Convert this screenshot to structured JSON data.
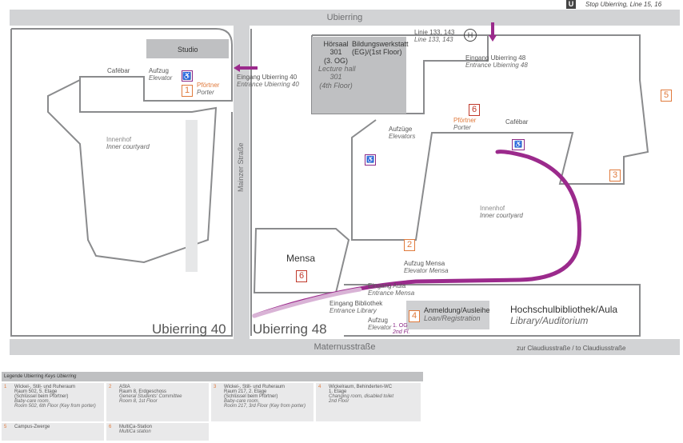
{
  "transit": {
    "badge": "U",
    "stop_label": "Stop Ubierring, Line 15, 16",
    "bus_lines_de": "Linie 133, 143",
    "bus_lines_en": "Line 133, 143",
    "bus_badge": "H"
  },
  "streets": {
    "top": "Ubierring",
    "bottom": "Maternusstraße",
    "side": "Mainzer Straße",
    "bottom_right": "zur Claudiusstraße / to Claudiusstraße"
  },
  "buildings": {
    "left": "Ubierring 40",
    "right": "Ubierring 48"
  },
  "labels": {
    "studio": "Studio",
    "cafebar_left": "Cafébar",
    "aufzug_left_de": "Aufzug",
    "aufzug_left_en": "Elevator",
    "pfoertner_left_de": "Pförtner",
    "pfoertner_left_en": "Porter",
    "entrance40_de": "Eingang Ubierring 40",
    "entrance40_en": "Entrance Ubierring 40",
    "innenhof_left_de": "Innenhof",
    "innenhof_left_en": "Inner courtyard",
    "hoersaal_line1": "Hörsaal",
    "hoersaal_line2": "301",
    "hoersaal_line3": "(3. OG)",
    "hoersaal_line4": "Lecture hall",
    "hoersaal_line5": "301",
    "hoersaal_line6": "(4th Floor)",
    "bildungs_line1": "Bildungswerkstatt",
    "bildungs_line2": "(EG)/(1st Floor)",
    "entrance48_de": "Eingang Ubierring 48",
    "entrance48_en": "Entrance Ubierring 48",
    "aufzuege_de": "Aufzüge",
    "aufzuege_en": "Elevators",
    "pfoertner_right_de": "Pförtner",
    "pfoertner_right_en": "Porter",
    "cafebar_right": "Cafébar",
    "innenhof_right_de": "Innenhof",
    "innenhof_right_en": "Inner courtyard",
    "mensa": "Mensa",
    "aufzug_mensa_de": "Aufzug Mensa",
    "aufzug_mensa_en": "Elevator Mensa",
    "eingang_aula_de": "Eingang Aula",
    "eingang_aula_en": "Entrance Mensa",
    "eingang_bib_de": "Eingang Bibliothek",
    "eingang_bib_en": "Entrance Library",
    "aufzug_bib_de": "Aufzug",
    "aufzug_bib_en": "Elevator",
    "floor_de": "1. OG",
    "floor_en": "2nd Fl.",
    "anmeldung_de": "Anmeldung/Ausleihe",
    "anmeldung_en": "Loan/Registration",
    "library_de": "Hochschulbibliothek/Aula",
    "library_en": "Library/Auditorium"
  },
  "markers": [
    "1",
    "2",
    "3",
    "4",
    "5",
    "6",
    "6"
  ],
  "legend": {
    "title_de": "Legende Ubierring",
    "title_en": "Keys Ubierring",
    "items": [
      {
        "n": "1",
        "lines": [
          "Wickel-, Still- und Ruheraum",
          "Raum 502, 5. Etage",
          "(Schlüssel beim Pförtner)"
        ],
        "en": [
          "Baby-care room,",
          "Room 502, 6th Floor (Key from porter)"
        ]
      },
      {
        "n": "2",
        "lines": [
          "AStA",
          "Raum 8, Erdgeschoss"
        ],
        "en": [
          "General Students' Committee",
          "Room 8, 1st Floor"
        ]
      },
      {
        "n": "3",
        "lines": [
          "Wickel-, Still- und Ruheraum",
          "Raum 217, 2. Etage",
          "(Schlüssel beim Pförtner)"
        ],
        "en": [
          "Baby-care room,",
          "Room 217, 3rd Floor (Key from porter)"
        ]
      },
      {
        "n": "4",
        "lines": [
          "Wickelraum, Behinderten-WC",
          "1. Etage"
        ],
        "en": [
          "Changing room, disabled toilet",
          "2nd Floor"
        ]
      },
      {
        "n": "5",
        "lines": [
          "Campus-Zwerge"
        ],
        "en": []
      },
      {
        "n": "6",
        "lines": [
          "MultiCa-Station"
        ],
        "en": [
          "MultiCa station"
        ]
      }
    ]
  },
  "colors": {
    "street": "#d2d3d5",
    "wall": "#8a8b8d",
    "route": "#9b2a8c",
    "route_light": "#d9b3d6",
    "marker_orange": "#e07a3c",
    "marker_red": "#c0392b",
    "accessible": "#8d2a87"
  }
}
